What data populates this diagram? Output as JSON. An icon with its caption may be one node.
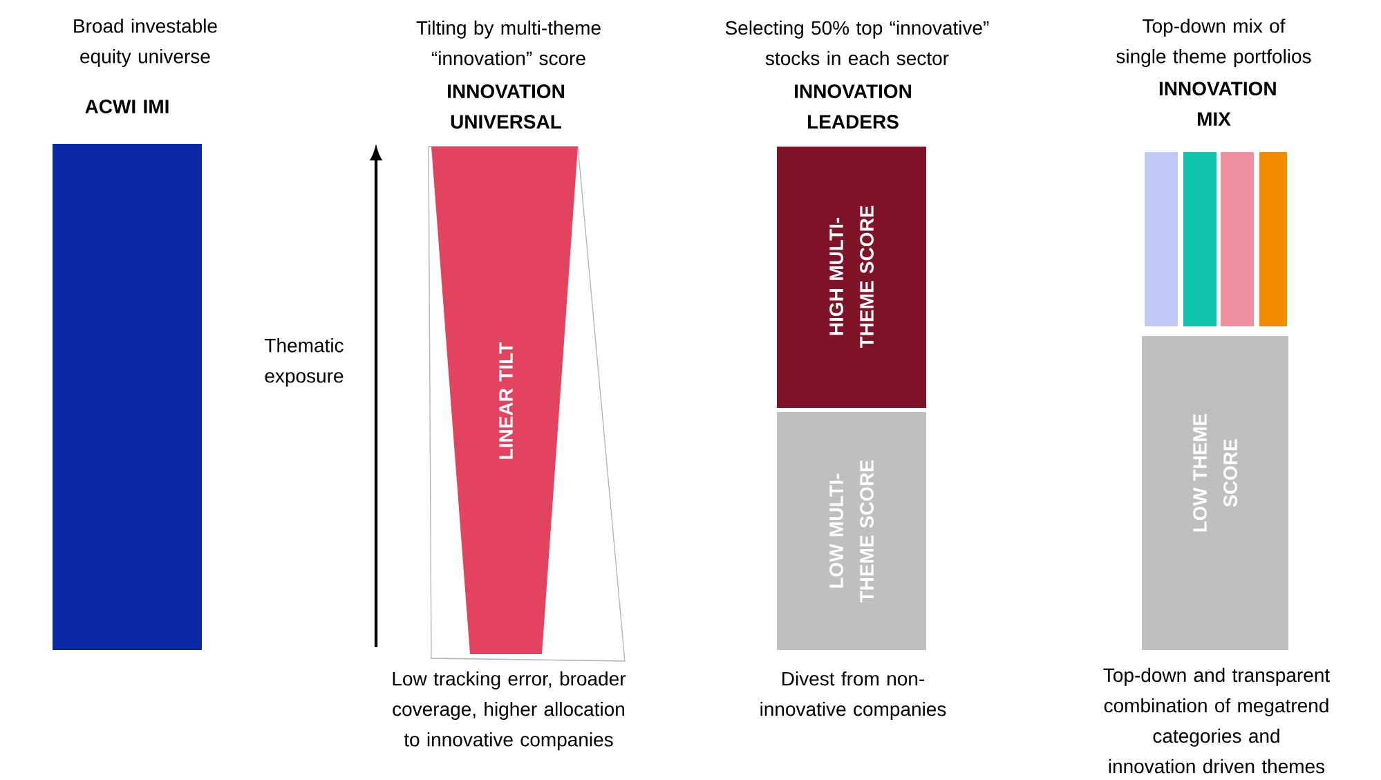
{
  "diagram": {
    "nodes": [
      {
        "text": [
          "ACWI IMI"
        ],
        "beside": [
          "Broad investable equity universe"
        ]
      },
      {
        "text": [
          "INNOVATION UNIVERSAL",
          "LINEAR TILT"
        ],
        "beside": [
          "Low tracking error, broader coverage, higher allocation to innovative companies"
        ]
      },
      {
        "text": [
          "INNOVATION LEADERS",
          "HIGH MULTI-THEME SCORE"
        ]
      },
      {
        "text": [
          "LOW MULTI-THEME SCORE"
        ],
        "beside": [
          "Divest from non-innovative companies"
        ]
      },
      {
        "text": [],
        "shape": "bar"
      },
      {
        "text": [],
        "shape": "bar"
      },
      {
        "text": [],
        "shape": "bar"
      },
      {
        "text": [],
        "shape": "bar"
      },
      {
        "text": [
          "LOW THEME SCORE"
        ],
        "beside": [
          "Top-down and transparent combination of megatrend categories and innovation driven themes"
        ]
      }
    ],
    "labels": [
      "Tilting by multi-theme “innovation” score",
      "Selecting 50% top “innovative” stocks in each sector",
      "Top-down mix of single theme portfolios",
      "INNOVATION MIX",
      "Thematic exposure"
    ]
  }
}
